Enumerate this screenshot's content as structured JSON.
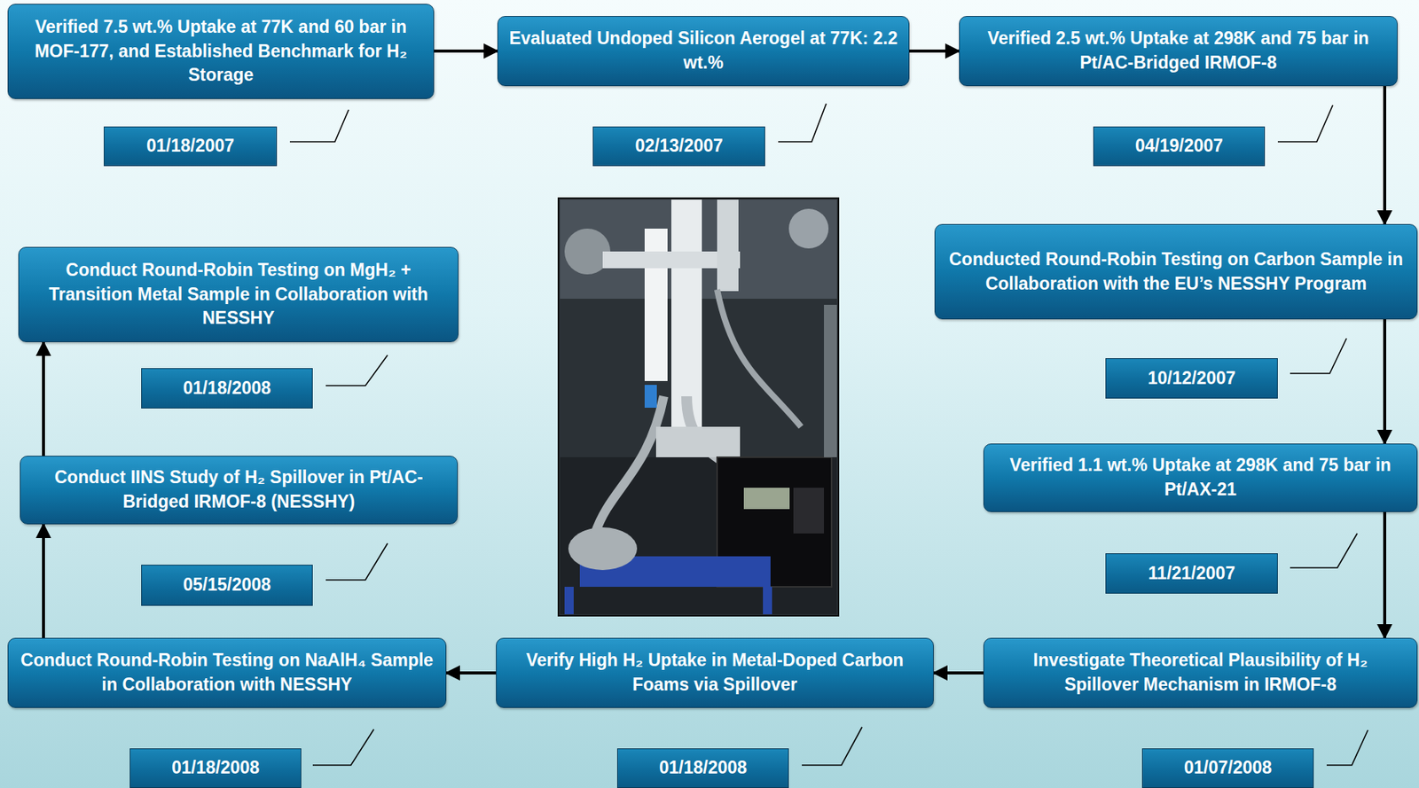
{
  "diagram": {
    "nodes": [
      {
        "text": [
          "Verified 7.5 wt.% Uptake at 77K and 60 bar in MOF-177, and Established Benchmark for H₂ Storage"
        ]
      },
      {
        "text": [
          "01/18/2007"
        ]
      },
      {
        "text": [
          "Evaluated Undoped Silicon Aerogel at 77K: 2.2 wt.%"
        ]
      },
      {
        "text": [
          "02/13/2007"
        ]
      },
      {
        "text": [
          "Verified 2.5 wt.% Uptake at 298K and 75 bar in Pt/AC-Bridged IRMOF-8"
        ]
      },
      {
        "text": [
          "04/19/2007"
        ]
      },
      {
        "text": [
          "Conducted Round-Robin Testing on Carbon Sample in Collaboration with the EU’s NESSHY Program"
        ]
      },
      {
        "text": [
          "10/12/2007"
        ]
      },
      {
        "text": [
          "Verified 1.1 wt.% Uptake at 298K and 75 bar in Pt/AX-21"
        ]
      },
      {
        "text": [
          "11/21/2007"
        ]
      },
      {
        "text": [
          "Investigate Theoretical Plausibility of H₂ Spillover Mechanism in IRMOF-8"
        ]
      },
      {
        "text": [
          "01/07/2008"
        ]
      },
      {
        "text": [
          "Verify High H₂ Uptake in Metal-Doped Carbon Foams via Spillover"
        ]
      },
      {
        "text": [
          "01/18/2008"
        ]
      },
      {
        "text": [
          "Conduct Round-Robin Testing on NaAlH₄ Sample in Collaboration with NESSHY"
        ]
      },
      {
        "text": [
          "01/18/2008"
        ]
      },
      {
        "text": [
          "Conduct IINS Study of H₂ Spillover in Pt/AC-Bridged IRMOF-8 (NESSHY)"
        ]
      },
      {
        "text": [
          "05/15/2008"
        ]
      },
      {
        "text": [
          "Conduct Round-Robin Testing on MgH₂ + Transition Metal Sample in Collaboration with NESSHY"
        ]
      },
      {
        "text": [
          "01/18/2008"
        ]
      }
    ],
    "edges": [
      {
        "from": 0,
        "to": 2,
        "arrow": "to"
      },
      {
        "from": 2,
        "to": 4,
        "arrow": "to"
      },
      {
        "from": 4,
        "to": 6,
        "arrow": "to"
      },
      {
        "from": 6,
        "to": 8,
        "arrow": "to"
      },
      {
        "from": 8,
        "to": 10,
        "arrow": "to"
      },
      {
        "from": 10,
        "to": 12,
        "arrow": "to"
      },
      {
        "from": 12,
        "to": 14,
        "arrow": "to"
      },
      {
        "from": 14,
        "to": 16,
        "arrow": "to"
      },
      {
        "from": 16,
        "to": 18,
        "arrow": "to"
      }
    ]
  }
}
